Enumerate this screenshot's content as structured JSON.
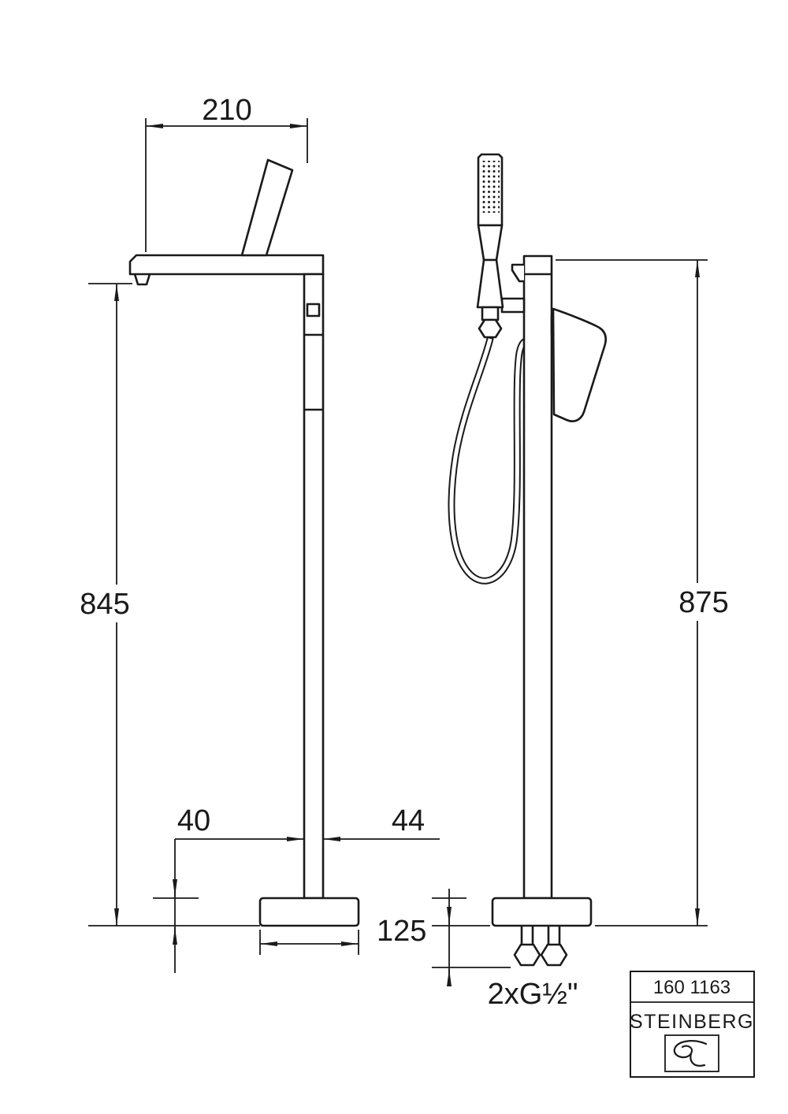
{
  "drawing": {
    "dimensions": {
      "spout_reach": "210",
      "height_front": "845",
      "height_side": "875",
      "offset_left": "40",
      "column_width": "44",
      "base_width": "125",
      "connection_thread": "2xG½\""
    },
    "title_block": {
      "article_number": "160 1163",
      "brand": "STEINBERG"
    },
    "colors": {
      "line": "#1a1a1a",
      "background": "#ffffff"
    }
  }
}
